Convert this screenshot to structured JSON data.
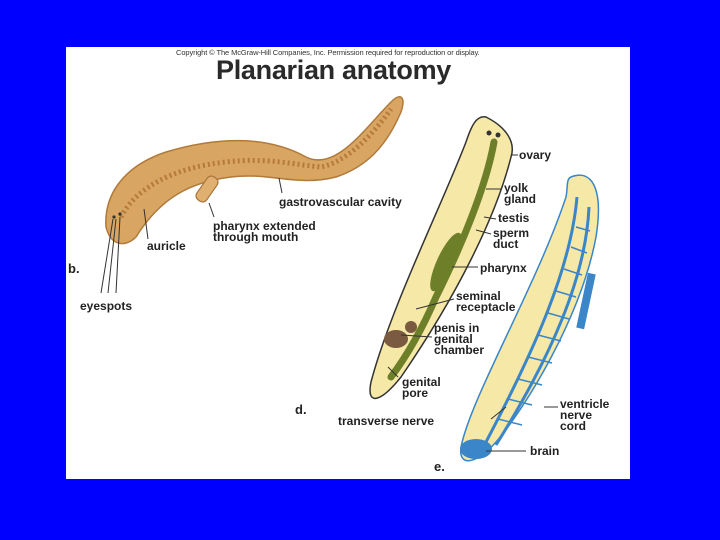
{
  "copyright": "Copyright © The McGraw-Hill Companies, Inc. Permission required for reproduction or display.",
  "title": "Planarian anatomy",
  "panels": {
    "b": "b.",
    "d": "d.",
    "e": "e."
  },
  "labels": {
    "gastrovascular_cavity_b": "gastrovascular cavity",
    "pharynx_extended": "pharynx extended\nthrough mouth",
    "auricle": "auricle",
    "eyespots": "eyespots",
    "ovary": "ovary",
    "yolk_gland": "yolk\ngland",
    "testis": "testis",
    "sperm_duct": "sperm\nduct",
    "pharynx": "pharynx",
    "seminal_receptacle": "seminal\nreceptacle",
    "penis": "penis in\ngenital\nchamber",
    "genital_pore": "genital\npore",
    "transverse_nerve": "transverse nerve",
    "ventricle_nerve_cord": "ventricle\nnerve\ncord",
    "brain": "brain"
  },
  "colors": {
    "background": "#0000ff",
    "figure_bg": "#ffffff",
    "worm_body": "#d9a562",
    "worm_body_pale": "#f6e8a6",
    "gut": "#6e7f2a",
    "repro": "#7a5a40",
    "nerve": "#3a86c8"
  }
}
